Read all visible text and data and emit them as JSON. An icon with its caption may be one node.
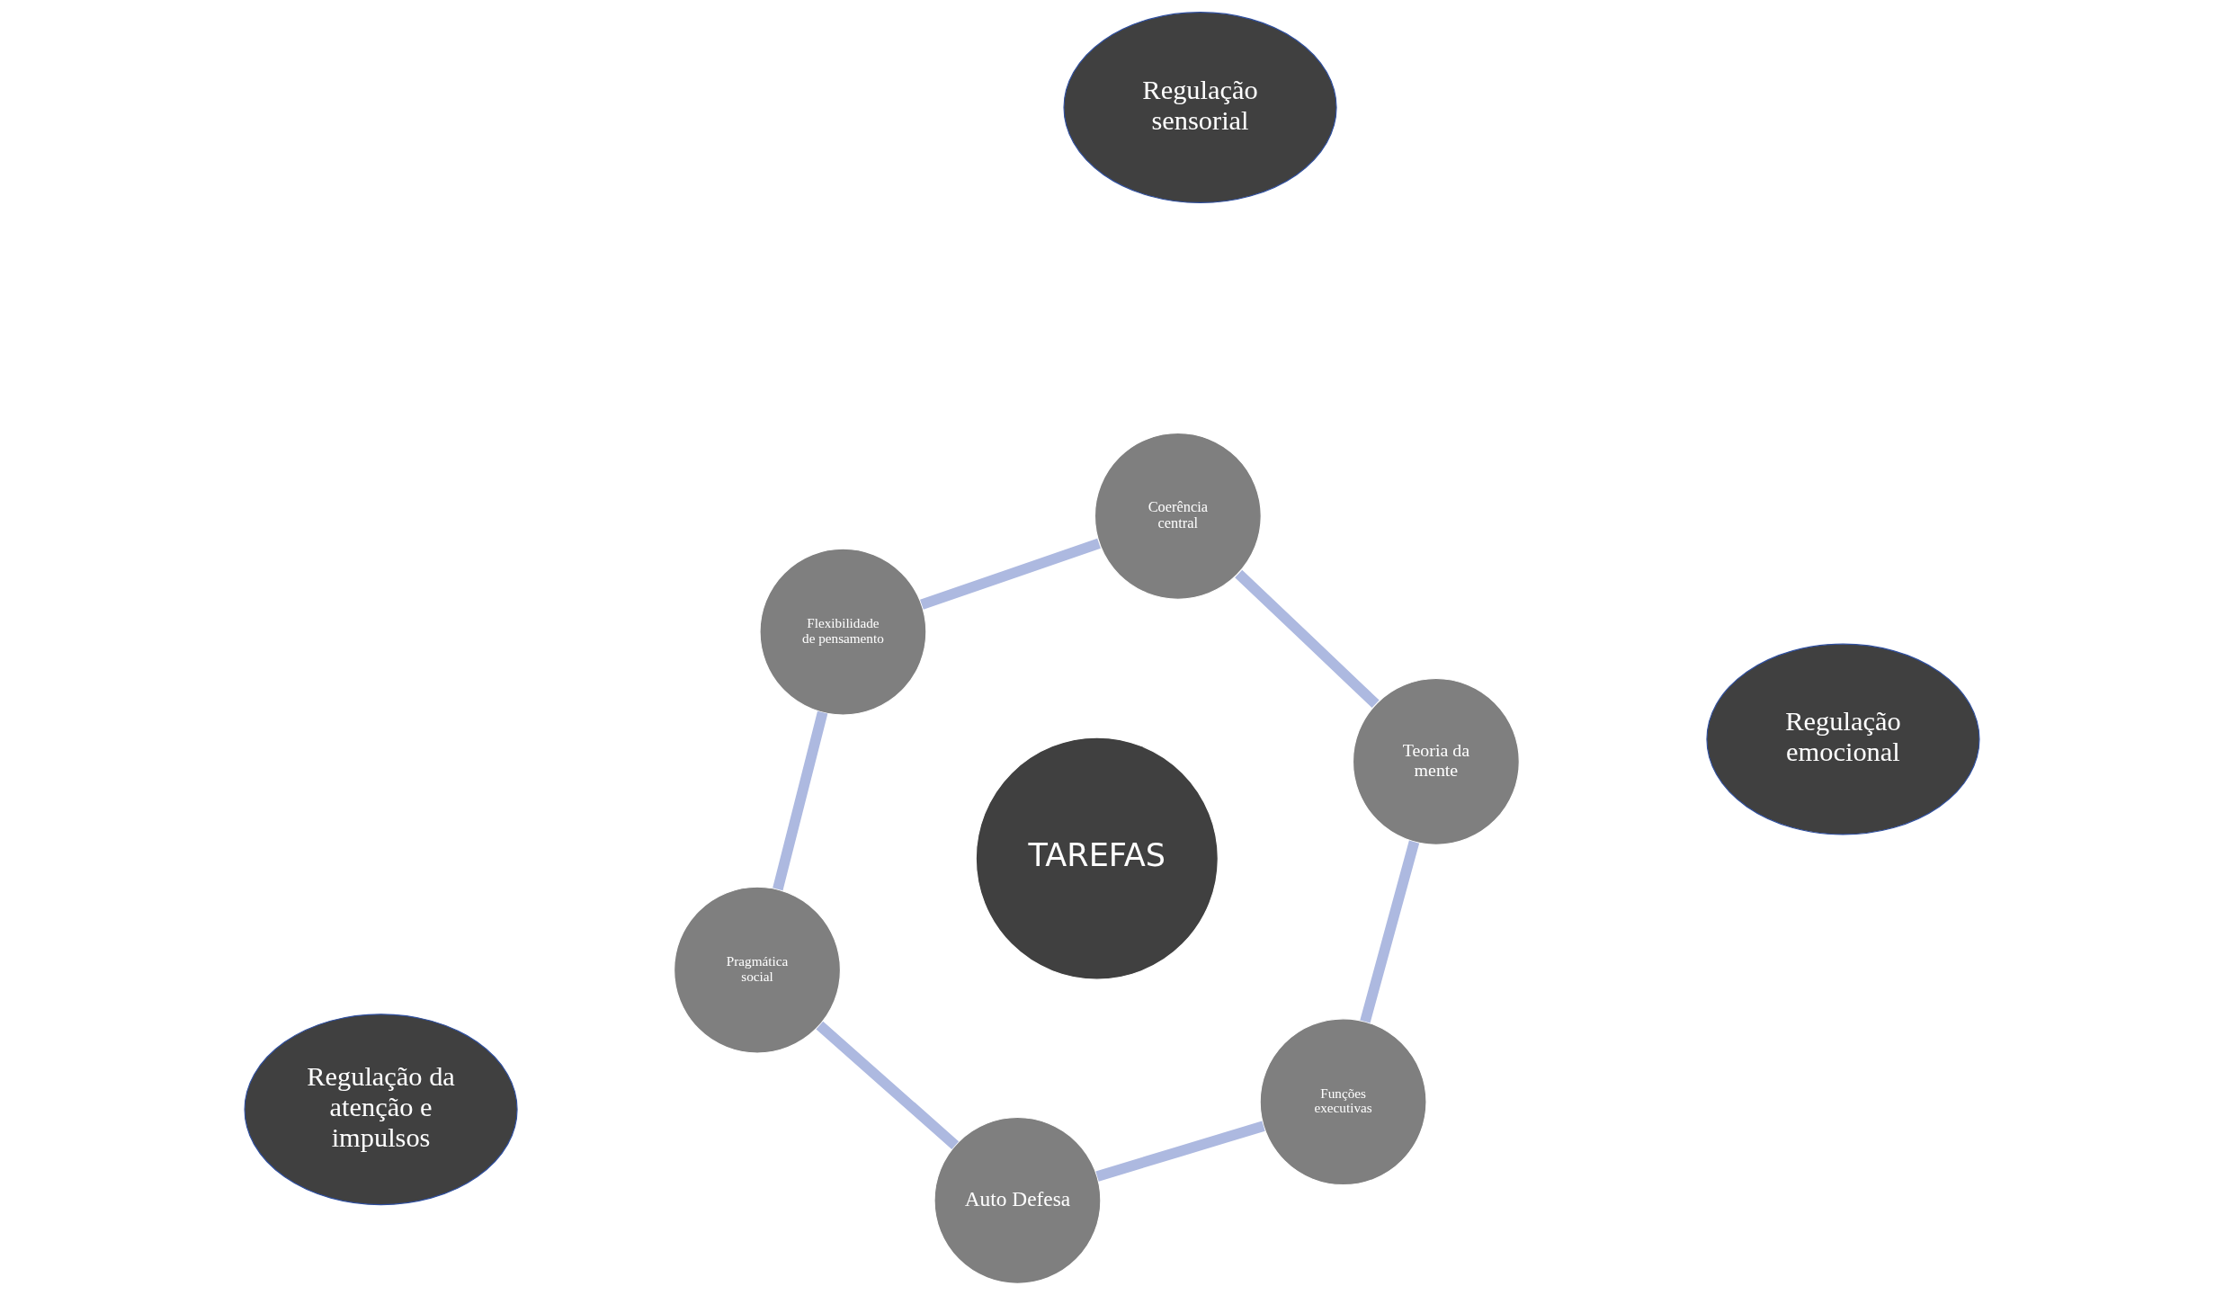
{
  "diagram": {
    "nodes": [
      {
        "text": [
          "Flexibilidade de pensamento"
        ]
      },
      {
        "text": [
          "Pragmática social"
        ]
      },
      {
        "text": [
          "Auto Defesa"
        ]
      },
      {
        "text": [
          "Funções executivas"
        ]
      },
      {
        "text": [
          "Teoria da mente"
        ]
      },
      {
        "text": [
          "Coerência central"
        ]
      },
      {
        "text": [
          "TAREFAS"
        ]
      },
      {
        "text": [
          "Regulação sensorial"
        ]
      },
      {
        "text": [
          "Regulação da atenção e impulsos"
        ]
      },
      {
        "text": [
          "Regulação emocional"
        ]
      }
    ],
    "edges": [
      {
        "from": 0,
        "to": 1,
        "arrow": "none",
        "color": "#adb9e0"
      },
      {
        "from": 1,
        "to": 2,
        "arrow": "none",
        "color": "#adb9e0"
      },
      {
        "from": 2,
        "to": 3,
        "arrow": "none",
        "color": "#adb9e0"
      },
      {
        "from": 3,
        "to": 4,
        "arrow": "none",
        "color": "#adb9e0"
      },
      {
        "from": 4,
        "to": 5,
        "arrow": "none",
        "color": "#adb9e0"
      },
      {
        "from": 5,
        "to": 0,
        "arrow": "none",
        "color": "#adb9e0"
      }
    ]
  }
}
